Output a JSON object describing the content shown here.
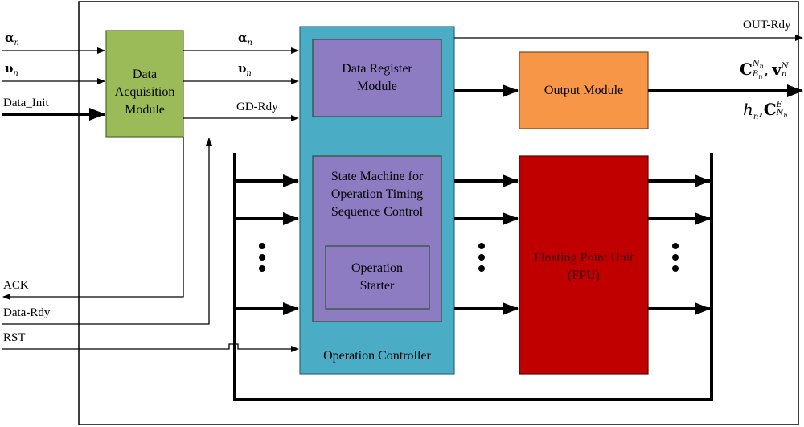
{
  "inputs": {
    "alpha_n": "α",
    "alpha_sub": "n",
    "upsilon_n": "υ",
    "upsilon_sub": "n",
    "data_init": "Data_Init",
    "ack": "ACK",
    "data_rdy": "Data-Rdy",
    "rst": "RST"
  },
  "blocks": {
    "data_acquisition": "Data Acquisition Module",
    "data_register": "Data Register Module",
    "state_machine": "State Machine for Operation Timing Sequence Control",
    "operation_starter": "Operation Starter",
    "operation_controller": "Operation Controller",
    "output_module": "Output Module",
    "fpu": "Floating Point Unit (FPU)"
  },
  "internal_signals": {
    "alpha_n": "α",
    "upsilon_n": "υ",
    "sub_n": "n",
    "gd_rdy": "GD-Rdy"
  },
  "outputs": {
    "out_rdy": "OUT-Rdy",
    "c_bn_nn": "C",
    "c_sup": "N",
    "c_sup_sub": "n",
    "c_sub": "B",
    "c_sub_sub": "n",
    "v": "v",
    "v_sup": "N",
    "v_sub": "n",
    "h": "h",
    "h_sub": "n",
    "c_en": "C",
    "c_en_sup": "E",
    "c_en_sub": "N",
    "c_en_sub_sub": "n",
    "comma": ","
  },
  "ellipsis": "•\n•\n•",
  "colors": {
    "acquisition_fill": "#9bbb59",
    "controller_fill": "#4bacc6",
    "purple_fill": "#8e7cc3",
    "output_fill": "#f79646",
    "fpu_fill": "#c00000",
    "border_dark": "#2f4f2f"
  }
}
